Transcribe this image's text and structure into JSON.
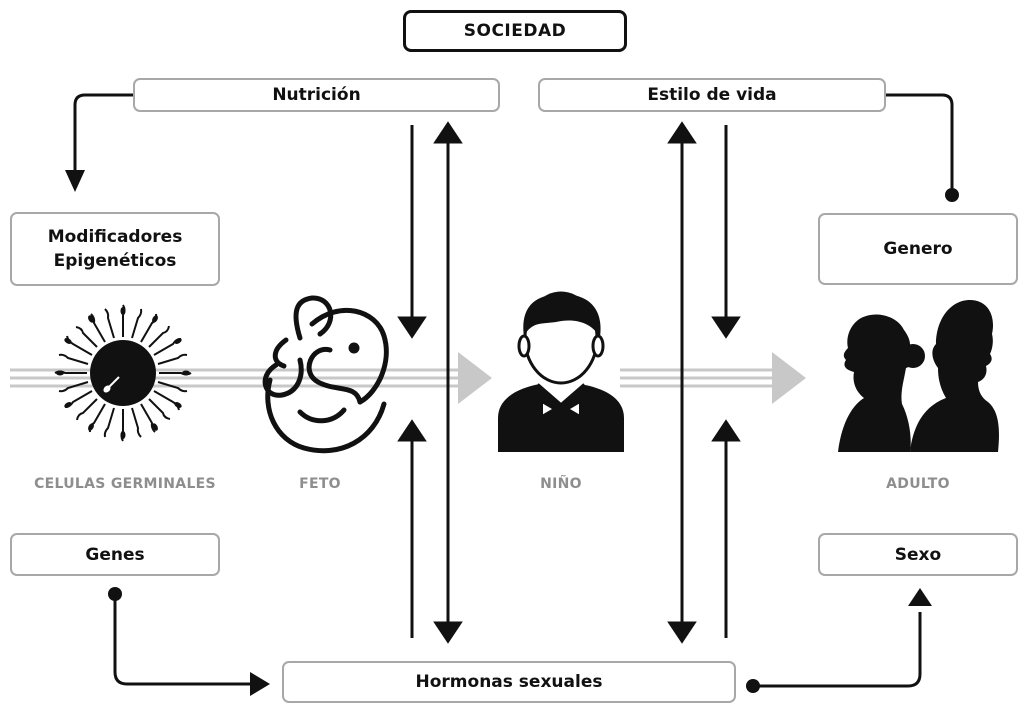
{
  "society": "SOCIEDAD",
  "factors": {
    "nutrition": "Nutrición",
    "lifestyle": "Estilo de vida",
    "epigenetic_line1": "Modificadores",
    "epigenetic_line2": "Epigenéticos",
    "gender": "Genero",
    "genes": "Genes",
    "sex": "Sexo",
    "hormones": "Hormonas sexuales"
  },
  "stages": {
    "germ_cells": "CELULAS GERMINALES",
    "fetus": "FETO",
    "child": "NIÑO",
    "adult": "ADULTO"
  },
  "icons": [
    "germ-cell-icon",
    "fetus-icon",
    "child-icon",
    "adult-couple-icon"
  ],
  "colors": {
    "box_border": "#a8a8a8",
    "label_gray": "#8e8e8e",
    "ink": "#111111",
    "timeline": "#c8c8c8"
  }
}
